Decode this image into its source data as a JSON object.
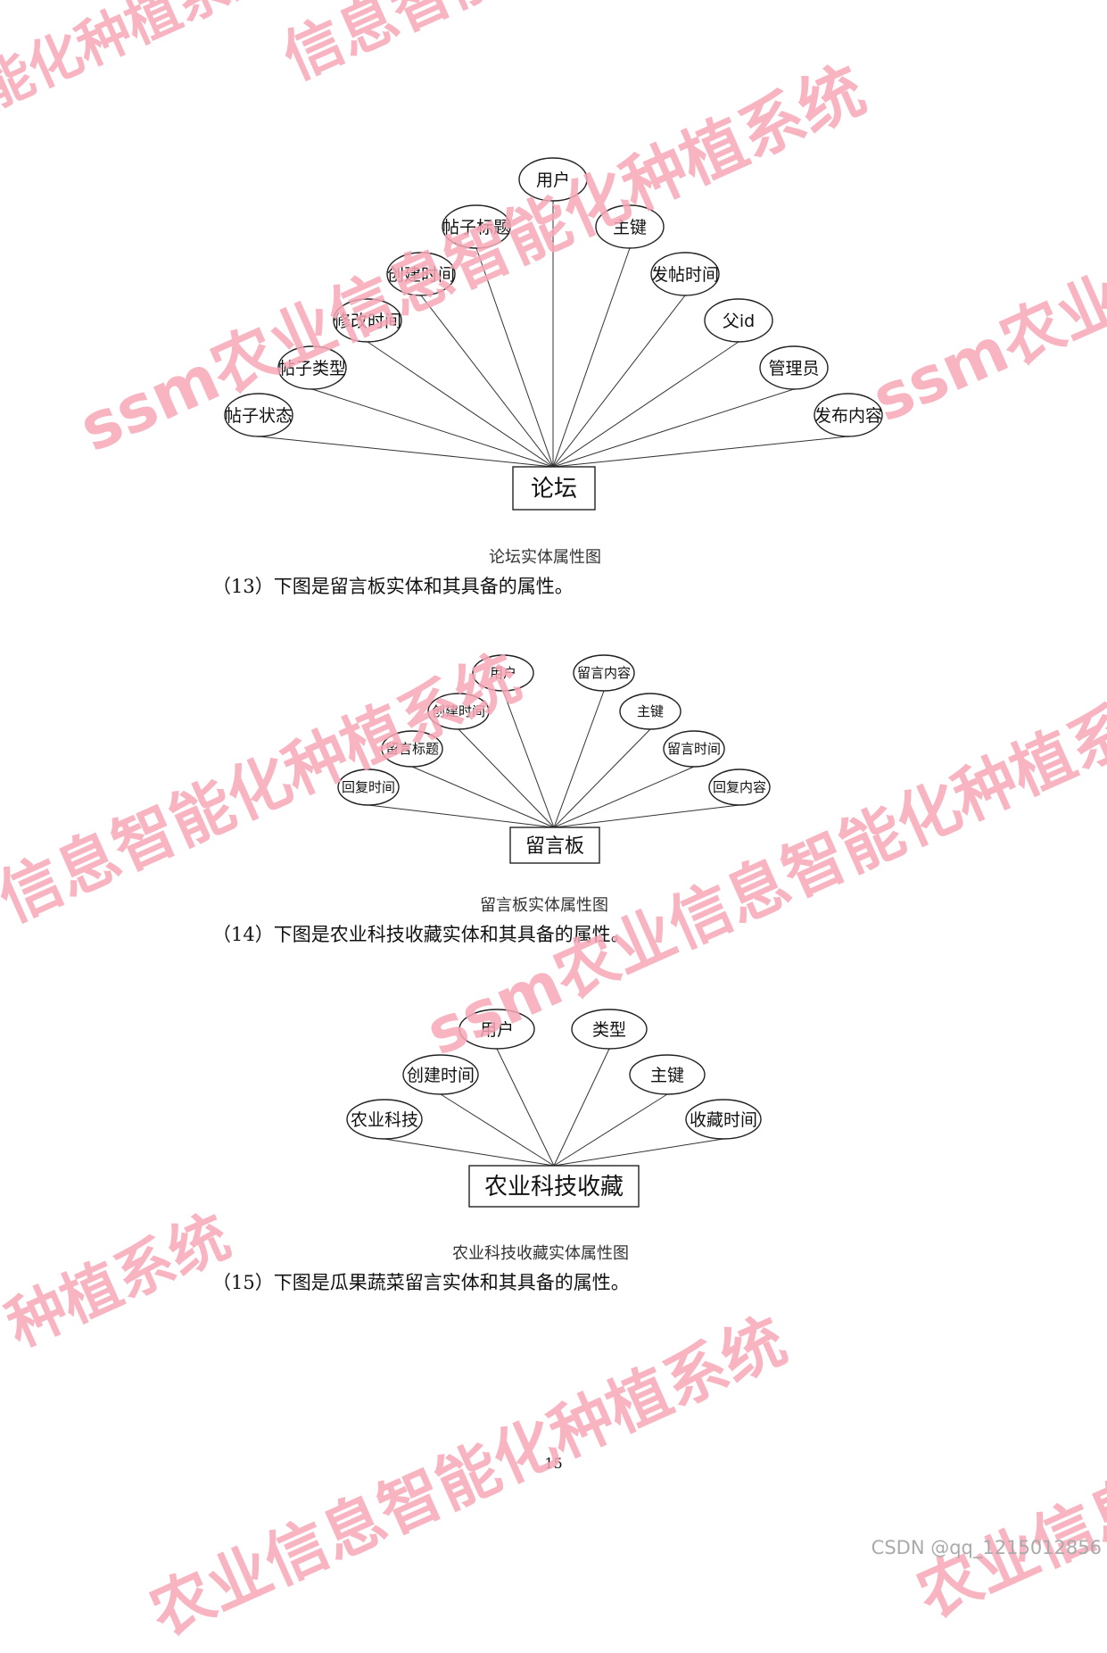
{
  "diagrams": [
    {
      "entity": "论坛",
      "attributes": [
        "用户",
        "帖子标题",
        "主键",
        "创建时间",
        "发帖时间",
        "修改时间",
        "父id",
        "帖子类型",
        "管理员",
        "帖子状态",
        "发布内容"
      ]
    },
    {
      "entity": "留言板",
      "attributes": [
        "用户",
        "留言内容",
        "创建时间",
        "主键",
        "留言标题",
        "留言时间",
        "回复时间",
        "回复内容"
      ]
    },
    {
      "entity": "农业科技收藏",
      "attributes": [
        "用户",
        "类型",
        "创建时间",
        "主键",
        "农业科技",
        "收藏时间"
      ]
    }
  ],
  "captions": {
    "forum": "论坛实体属性图",
    "board": "留言板实体属性图",
    "fav": "农业科技收藏实体属性图"
  },
  "paragraphs": {
    "p13": "（13）下图是留言板实体和其具备的属性。",
    "p14": "（14）下图是农业科技收藏实体和其具备的属性。",
    "p15": "（15）下图是瓜果蔬菜留言实体和其具备的属性。"
  },
  "page_number": "15",
  "footer": "CSDN @qq_1215012856",
  "watermark": {
    "text": "ssm农业信息智能化种植系统",
    "color": "#f7a8b6"
  }
}
